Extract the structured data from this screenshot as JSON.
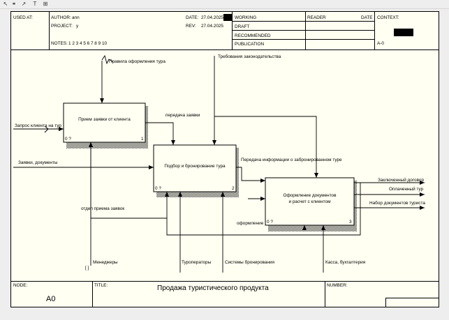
{
  "header": {
    "used_at_label": "USED AT:",
    "author_label": "AUTHOR:",
    "author": "ann",
    "project_label": "PROJECT:",
    "project": "у",
    "notes_label": "NOTES:",
    "notes": "1 2 3 4 5 6 7 8 9 10",
    "date_label": "DATE:",
    "date": "27.04.2025",
    "rev_label": "REV:",
    "rev": "27.04.2025",
    "statuses": [
      "WORKING",
      "DRAFT",
      "RECOMMENDED",
      "PUBLICATION"
    ],
    "reader_label": "READER",
    "reader_date_label": "DATE",
    "context_label": "CONTEXT:",
    "context_node": "A-0"
  },
  "diagram": {
    "boxes": [
      {
        "id": "b1",
        "label": "Прием заявки от клиента",
        "cost": "0 ?",
        "number": "1"
      },
      {
        "id": "b2",
        "label": "Подбор и бронирование тура",
        "cost": "0 ?",
        "number": "2"
      },
      {
        "id": "b3",
        "label": "Оформление документов\nи расчет с клиентом",
        "cost": "0 ?",
        "number": "3"
      }
    ],
    "arrow_labels": {
      "tour_rules": "Правила оформления тура",
      "legal": "Требования законодательства",
      "client_request": "Запрос клиента на тур",
      "requests_docs": "Заявки, документы",
      "request_transfer": "передача заявки",
      "booking_info": "Передача информации о забронированном туре",
      "registration": "оформление",
      "order_dept": "отдел приема заявок",
      "managers": "Менеджеры",
      "tour_operators": "Туроператоры",
      "booking_systems": "Системы бронирования",
      "cashier": "Касса, бухгалтерия",
      "contract": "Заключенный договор",
      "paid_tour": "Оплаченный тур",
      "tourist_docs": "Набор документов туриста"
    },
    "tunnel_mark": "[ ]"
  },
  "footer": {
    "node_label": "NODE:",
    "node": "A0",
    "title_label": "TITLE:",
    "title": "Продажа туристического продукта",
    "number_label": "NUMBER:"
  }
}
